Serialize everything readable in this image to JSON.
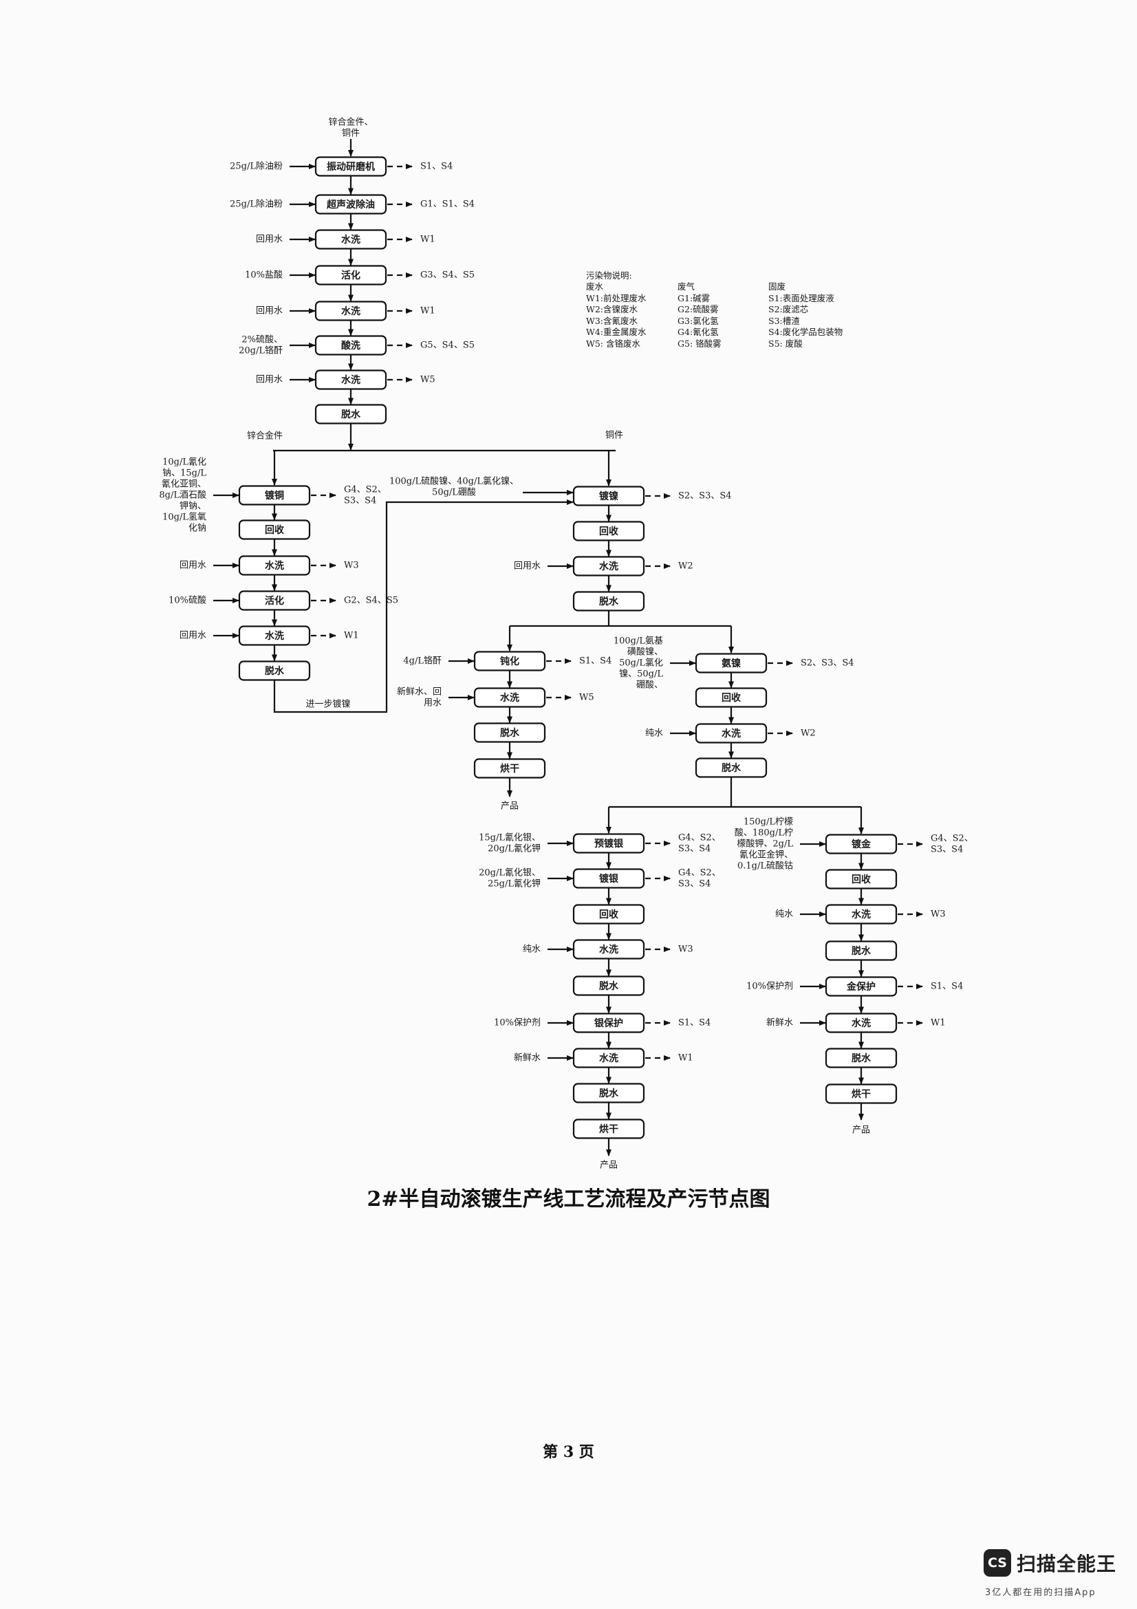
{
  "feed": [
    "锌合金件、",
    "铜件"
  ],
  "pretreatment": {
    "steps": [
      {
        "box": "振动研磨机",
        "input": [
          "25g/L除油粉"
        ],
        "output": [
          "S1、S4"
        ]
      },
      {
        "box": "超声波除油",
        "input": [
          "25g/L除油粉"
        ],
        "output": [
          "G1、S1、S4"
        ]
      },
      {
        "box": "水洗",
        "input": [
          "回用水"
        ],
        "output": [
          "W1"
        ]
      },
      {
        "box": "活化",
        "input": [
          "10%盐酸"
        ],
        "output": [
          "G3、S4、S5"
        ]
      },
      {
        "box": "水洗",
        "input": [
          "回用水"
        ],
        "output": [
          "W1"
        ]
      },
      {
        "box": "酸洗",
        "input": [
          "2%硫酸、",
          "20g/L铬酐"
        ],
        "output": [
          "G5、S4、S5"
        ]
      },
      {
        "box": "水洗",
        "input": [
          "回用水"
        ],
        "output": [
          "W5"
        ]
      },
      {
        "box": "脱水",
        "input": [],
        "output": []
      }
    ]
  },
  "branch_labels": {
    "zinc": "锌合金件",
    "copper": "铜件",
    "further_nickel": "进一步镀镍"
  },
  "zinc_line": {
    "steps": [
      {
        "box": "镀铜",
        "input": [
          "10g/L氰化",
          "钠、15g/L",
          "氰化亚铜、",
          "8g/L酒石酸",
          "钾钠、",
          "10g/L氢氧",
          "化钠"
        ],
        "output": [
          "G4、S2、",
          "S3、S4"
        ]
      },
      {
        "box": "回收",
        "input": [],
        "output": []
      },
      {
        "box": "水洗",
        "input": [
          "回用水"
        ],
        "output": [
          "W3"
        ]
      },
      {
        "box": "活化",
        "input": [
          "10%硫酸"
        ],
        "output": [
          "G2、S4、S5"
        ]
      },
      {
        "box": "水洗",
        "input": [
          "回用水"
        ],
        "output": [
          "W1"
        ]
      },
      {
        "box": "脱水",
        "input": [],
        "output": []
      }
    ]
  },
  "nickel_line": {
    "steps": [
      {
        "box": "镀镍",
        "input": [
          "100g/L硫酸镍、40g/L氯化镍、",
          "50g/L硼酸"
        ],
        "output": [
          "S2、S3、S4"
        ]
      },
      {
        "box": "回收",
        "input": [],
        "output": []
      },
      {
        "box": "水洗",
        "input": [
          "回用水"
        ],
        "output": [
          "W2"
        ]
      },
      {
        "box": "脱水",
        "input": [],
        "output": []
      }
    ]
  },
  "chromate_line": {
    "steps": [
      {
        "box": "钝化",
        "input": [
          "4g/L铬酐"
        ],
        "output": [
          "S1、S4"
        ]
      },
      {
        "box": "水洗",
        "input": [
          "新鲜水、回",
          "用水"
        ],
        "output": [
          "W5"
        ]
      },
      {
        "box": "脱水",
        "input": [],
        "output": []
      },
      {
        "box": "烘干",
        "input": [],
        "output": []
      }
    ],
    "product": "产品"
  },
  "amino_nickel_line": {
    "steps": [
      {
        "box": "氨镍",
        "input": [
          "100g/L氨基",
          "磺酸镍、",
          "50g/L氯化",
          "镍、50g/L",
          "硼酸、"
        ],
        "output": [
          "S2、S3、S4"
        ]
      },
      {
        "box": "回收",
        "input": [],
        "output": []
      },
      {
        "box": "水洗",
        "input": [
          "纯水"
        ],
        "output": [
          "W2"
        ]
      },
      {
        "box": "脱水",
        "input": [],
        "output": []
      }
    ]
  },
  "silver_line": {
    "steps": [
      {
        "box": "预镀银",
        "input": [
          "15g/L氰化银、",
          "20g/L氰化钾"
        ],
        "output": [
          "G4、S2、",
          "S3、S4"
        ]
      },
      {
        "box": "镀银",
        "input": [
          "20g/L氰化银、",
          "25g/L氰化钾"
        ],
        "output": [
          "G4、S2、",
          "S3、S4"
        ]
      },
      {
        "box": "回收",
        "input": [],
        "output": []
      },
      {
        "box": "水洗",
        "input": [
          "纯水"
        ],
        "output": [
          "W3"
        ]
      },
      {
        "box": "脱水",
        "input": [],
        "output": []
      },
      {
        "box": "银保护",
        "input": [
          "10%保护剂"
        ],
        "output": [
          "S1、S4"
        ]
      },
      {
        "box": "水洗",
        "input": [
          "新鲜水"
        ],
        "output": [
          "W1"
        ]
      },
      {
        "box": "脱水",
        "input": [],
        "output": []
      },
      {
        "box": "烘干",
        "input": [],
        "output": []
      }
    ],
    "product": "产品"
  },
  "gold_line": {
    "steps": [
      {
        "box": "镀金",
        "input": [
          "150g/L柠檬",
          "酸、180g/L柠",
          "檬酸钾、2g/L",
          "氰化亚金钾、",
          "0.1g/L硫酸钴"
        ],
        "output": [
          "G4、S2、",
          "S3、S4"
        ]
      },
      {
        "box": "回收",
        "input": [],
        "output": []
      },
      {
        "box": "水洗",
        "input": [
          "纯水"
        ],
        "output": [
          "W3"
        ]
      },
      {
        "box": "脱水",
        "input": [],
        "output": []
      },
      {
        "box": "金保护",
        "input": [
          "10%保护剂"
        ],
        "output": [
          "S1、S4"
        ]
      },
      {
        "box": "水洗",
        "input": [
          "新鲜水"
        ],
        "output": [
          "W1"
        ]
      },
      {
        "box": "脱水",
        "input": [],
        "output": []
      },
      {
        "box": "烘干",
        "input": [],
        "output": []
      }
    ],
    "product": "产品"
  },
  "legend": {
    "heading": "污染物说明:",
    "wastewater": {
      "title": "废水",
      "items": [
        "W1:前处理废水",
        "W2:含镍废水",
        "W3:含氰废水",
        "W4:重金属废水",
        "W5: 含铬废水"
      ]
    },
    "waste_gas": {
      "title": "废气",
      "items": [
        "G1:碱雾",
        "G2:硫酸雾",
        "G3:氯化氢",
        "G4:氰化氢",
        "G5: 铬酸雾"
      ]
    },
    "solid_waste": {
      "title": "固废",
      "items": [
        "S1:表面处理废液",
        "S2:废滤芯",
        "S3:槽渣",
        "S4:废化学品包装物",
        "S5: 废酸"
      ]
    }
  },
  "caption": "2#半自动滚镀生产线工艺流程及产污节点图",
  "page_number": "第 3 页",
  "watermark": {
    "badge": "CS",
    "name": "扫描全能王",
    "tagline": "3亿人都在用的扫描App"
  }
}
